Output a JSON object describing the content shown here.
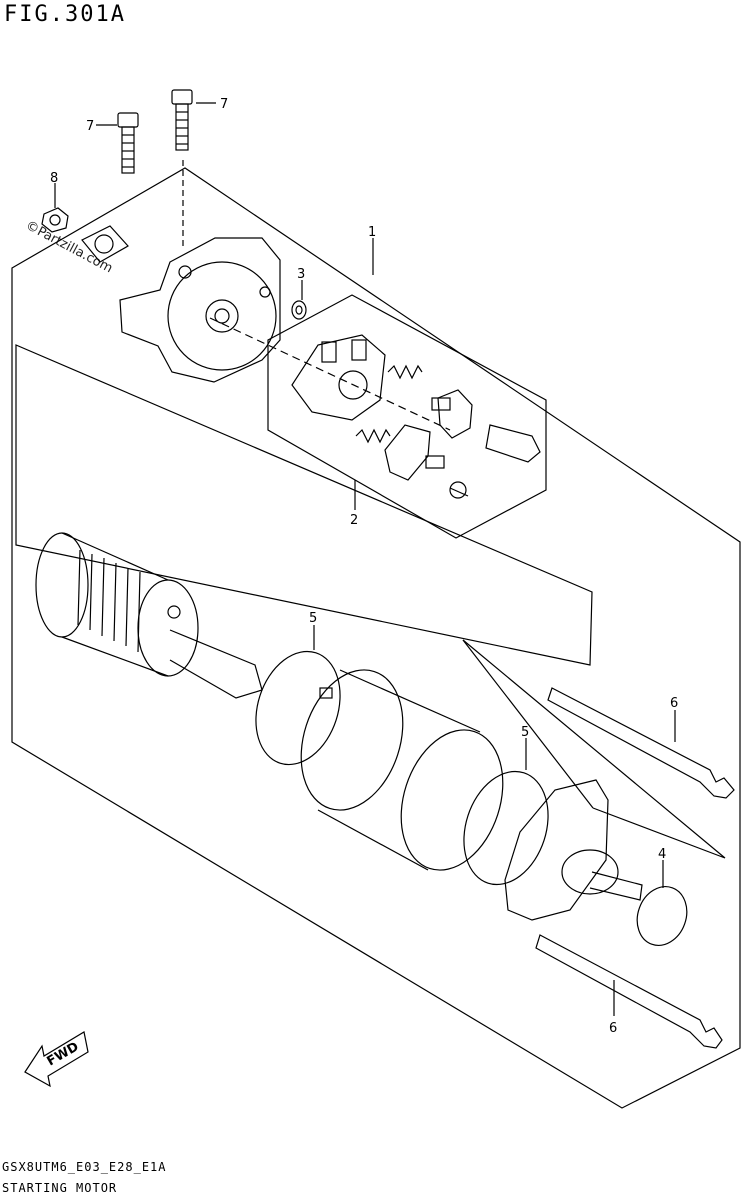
{
  "figure": {
    "title": "FIG.301A",
    "code": "GSX8UTM6_E03_E28_E1A",
    "name": "STARTING MOTOR",
    "watermark": "©Partzilla.com",
    "direction_label": "FWD"
  },
  "callouts": [
    {
      "id": "c1",
      "label": "1"
    },
    {
      "id": "c2",
      "label": "2"
    },
    {
      "id": "c3",
      "label": "3"
    },
    {
      "id": "c4",
      "label": "4"
    },
    {
      "id": "c5a",
      "label": "5"
    },
    {
      "id": "c5b",
      "label": "5"
    },
    {
      "id": "c6a",
      "label": "6"
    },
    {
      "id": "c6b",
      "label": "6"
    },
    {
      "id": "c7a",
      "label": "7"
    },
    {
      "id": "c7b",
      "label": "7"
    },
    {
      "id": "c8",
      "label": "8"
    }
  ]
}
